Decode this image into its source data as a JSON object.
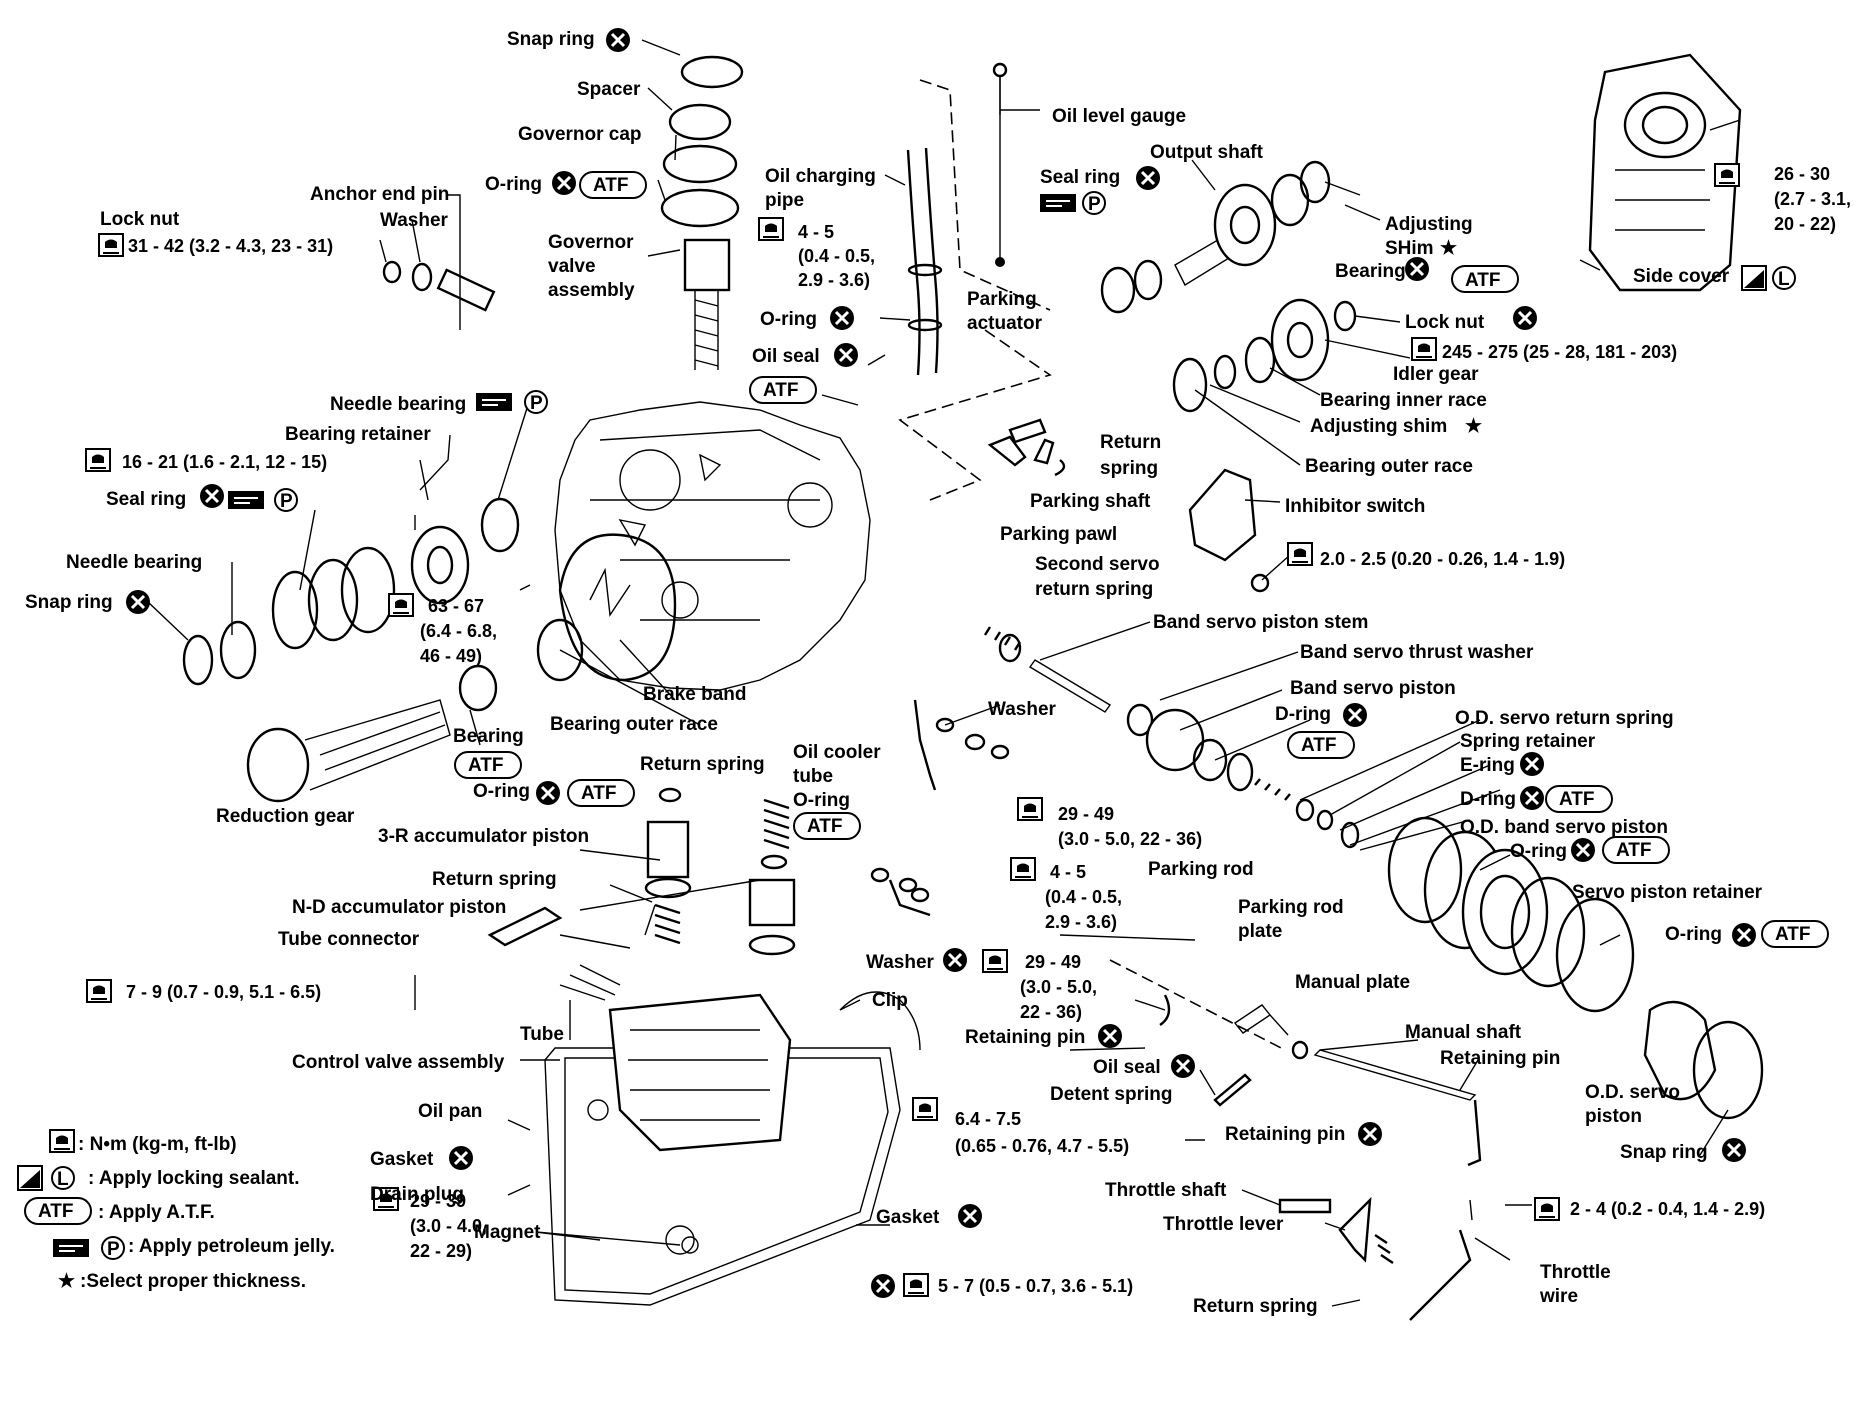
{
  "labels": {
    "snap_ring_top": "Snap ring",
    "spacer": "Spacer",
    "governor_cap": "Governor cap",
    "o_ring_gov": "O-ring",
    "anchor_end_pin": "Anchor end pin",
    "washer_top": "Washer",
    "lock_nut_left": "Lock nut",
    "governor_valve": "Governor valve assembly",
    "governor_valve_l1": "Governor",
    "governor_valve_l2": "valve",
    "governor_valve_l3": "assembly",
    "oil_charging_pipe_l1": "Oil charging",
    "oil_charging_pipe_l2": "pipe",
    "oil_level_gauge": "Oil level gauge",
    "seal_ring_right": "Seal ring",
    "output_shaft": "Output shaft",
    "adjusting_shim_top_l1": "Adjusting",
    "adjusting_shim_top_l2": "SHim",
    "bearing_right": "Bearing",
    "side_cover": "Side cover",
    "parking_actuator_l1": "Parking",
    "parking_actuator_l2": "actuator",
    "o_ring_mid": "O-ring",
    "oil_seal_mid": "Oil seal",
    "lock_nut_right": "Lock nut",
    "idler_gear": "Idler gear",
    "bearing_inner_race": "Bearing inner race",
    "adjusting_shim_mid": "Adjusting shim",
    "bearing_outer_race_right": "Bearing outer race",
    "inhibitor_switch": "Inhibitor switch",
    "return_spring_upper_l1": "Return",
    "return_spring_upper_l2": "spring",
    "parking_shaft": "Parking shaft",
    "parking_pawl": "Parking pawl",
    "second_servo_l1": "Second servo",
    "second_servo_l2": "return spring",
    "needle_bearing_top": "Needle bearing",
    "bearing_retainer": "Bearing retainer",
    "seal_ring_left": "Seal ring",
    "needle_bearing_left": "Needle bearing",
    "snap_ring_left": "Snap ring",
    "band_servo_piston_stem": "Band servo piston stem",
    "band_servo_thrust_washer": "Band servo thrust washer",
    "band_servo_piston": "Band servo piston",
    "d_ring_1": "D-ring",
    "od_servo_return_spring": "O.D. servo return spring",
    "spring_retainer": "Spring retainer",
    "e_ring": "E-ring",
    "d_ring_2": "D-ring",
    "od_band_servo_piston": "O.D. band servo piston",
    "o_ring_servo": "O-ring",
    "servo_piston_retainer": "Servo piston retainer",
    "o_ring_right": "O-ring",
    "brake_band": "Brake band",
    "bearing_outer_race_left": "Bearing outer race",
    "bearing_left": "Bearing",
    "washer_mid": "Washer",
    "return_spring_mid": "Return spring",
    "oil_cooler_l1": "Oil cooler",
    "oil_cooler_l2": "tube",
    "oil_cooler_l3": "O-ring",
    "o_ring_left": "O-ring",
    "reduction_gear": "Reduction gear",
    "accumulator_3r": "3-R accumulator piston",
    "return_spring_low": "Return spring",
    "nd_accumulator": "N-D accumulator piston",
    "tube_connector": "Tube connector",
    "tube": "Tube",
    "control_valve": "Control valve assembly",
    "clip": "Clip",
    "parking_rod": "Parking rod",
    "parking_rod_plate_l1": "Parking rod",
    "parking_rod_plate_l2": "plate",
    "washer_low": "Washer",
    "retaining_pin_low": "Retaining pin",
    "manual_plate": "Manual plate",
    "manual_shaft": "Manual shaft",
    "retaining_pin_right": "Retaining pin",
    "od_servo_piston_l1": "O.D. servo",
    "od_servo_piston_l2": "piston",
    "snap_ring_right": "Snap ring",
    "oil_seal_low": "Oil seal",
    "detent_spring": "Detent spring",
    "retaining_pin_mid": "Retaining pin",
    "oil_pan": "Oil pan",
    "gasket_left": "Gasket",
    "drain_plug": "Drain plug",
    "magnet": "Magnet",
    "gasket_right": "Gasket",
    "throttle_shaft": "Throttle shaft",
    "throttle_lever": "Throttle lever",
    "throttle_wire_l1": "Throttle",
    "throttle_wire_l2": "wire",
    "return_spring_bottom": "Return spring"
  },
  "badges": {
    "atf": "ATF",
    "p": "P",
    "l": "L",
    "star": "★"
  },
  "torque_specs": {
    "lock_nut_left": "31 - 42 (3.2 - 4.3, 23 - 31)",
    "charging_pipe_l1": "4 - 5",
    "charging_pipe_l2": "(0.4 - 0.5,",
    "charging_pipe_l3": "2.9 - 3.6)",
    "side_cover_l1": "26 - 30",
    "side_cover_l2": "(2.7 - 3.1,",
    "side_cover_l3": "20 - 22)",
    "lock_nut_right": "245 - 275 (25 - 28, 181 - 203)",
    "bearing_retainer": "16 - 21 (1.6 - 2.1, 12 - 15)",
    "inhibitor_switch": "2.0 - 2.5 (0.20 - 0.26, 1.4 - 1.9)",
    "case_bolt_l1": "63 - 67",
    "case_bolt_l2": "(6.4 - 6.8,",
    "case_bolt_l3": "46 - 49)",
    "servo_bolt_l1": "29 - 49",
    "servo_bolt_l2": "(3.0 - 5.0, 22 - 36)",
    "oil_tube_l1": "4 - 5",
    "oil_tube_l2": "(0.4 - 0.5,",
    "oil_tube_l3": "2.9 - 3.6)",
    "washer_bolt_l1": "29 - 49",
    "washer_bolt_l2": "(3.0 - 5.0,",
    "washer_bolt_l3": "22 - 36)",
    "tube_connector": "7 - 9 (0.7 - 0.9, 5.1 - 6.5)",
    "detent_l1": "6.4 - 7.5",
    "detent_l2": "(0.65 - 0.76, 4.7 - 5.5)",
    "drain_l1": "29 - 39",
    "drain_l2": "(3.0 - 4.0,",
    "drain_l3": "22 - 29)",
    "oil_pan_bolt": "5 - 7 (0.5 - 0.7, 3.6 - 5.1)",
    "throttle_wire": "2 - 4 (0.2 - 0.4, 1.4 - 2.9)"
  },
  "legend": {
    "torque": ": N•m (kg-m, ft-lb)",
    "sealant": ": Apply locking sealant.",
    "atf": ": Apply A.T.F.",
    "jelly": ": Apply petroleum jelly.",
    "select": ":Select proper thickness."
  }
}
